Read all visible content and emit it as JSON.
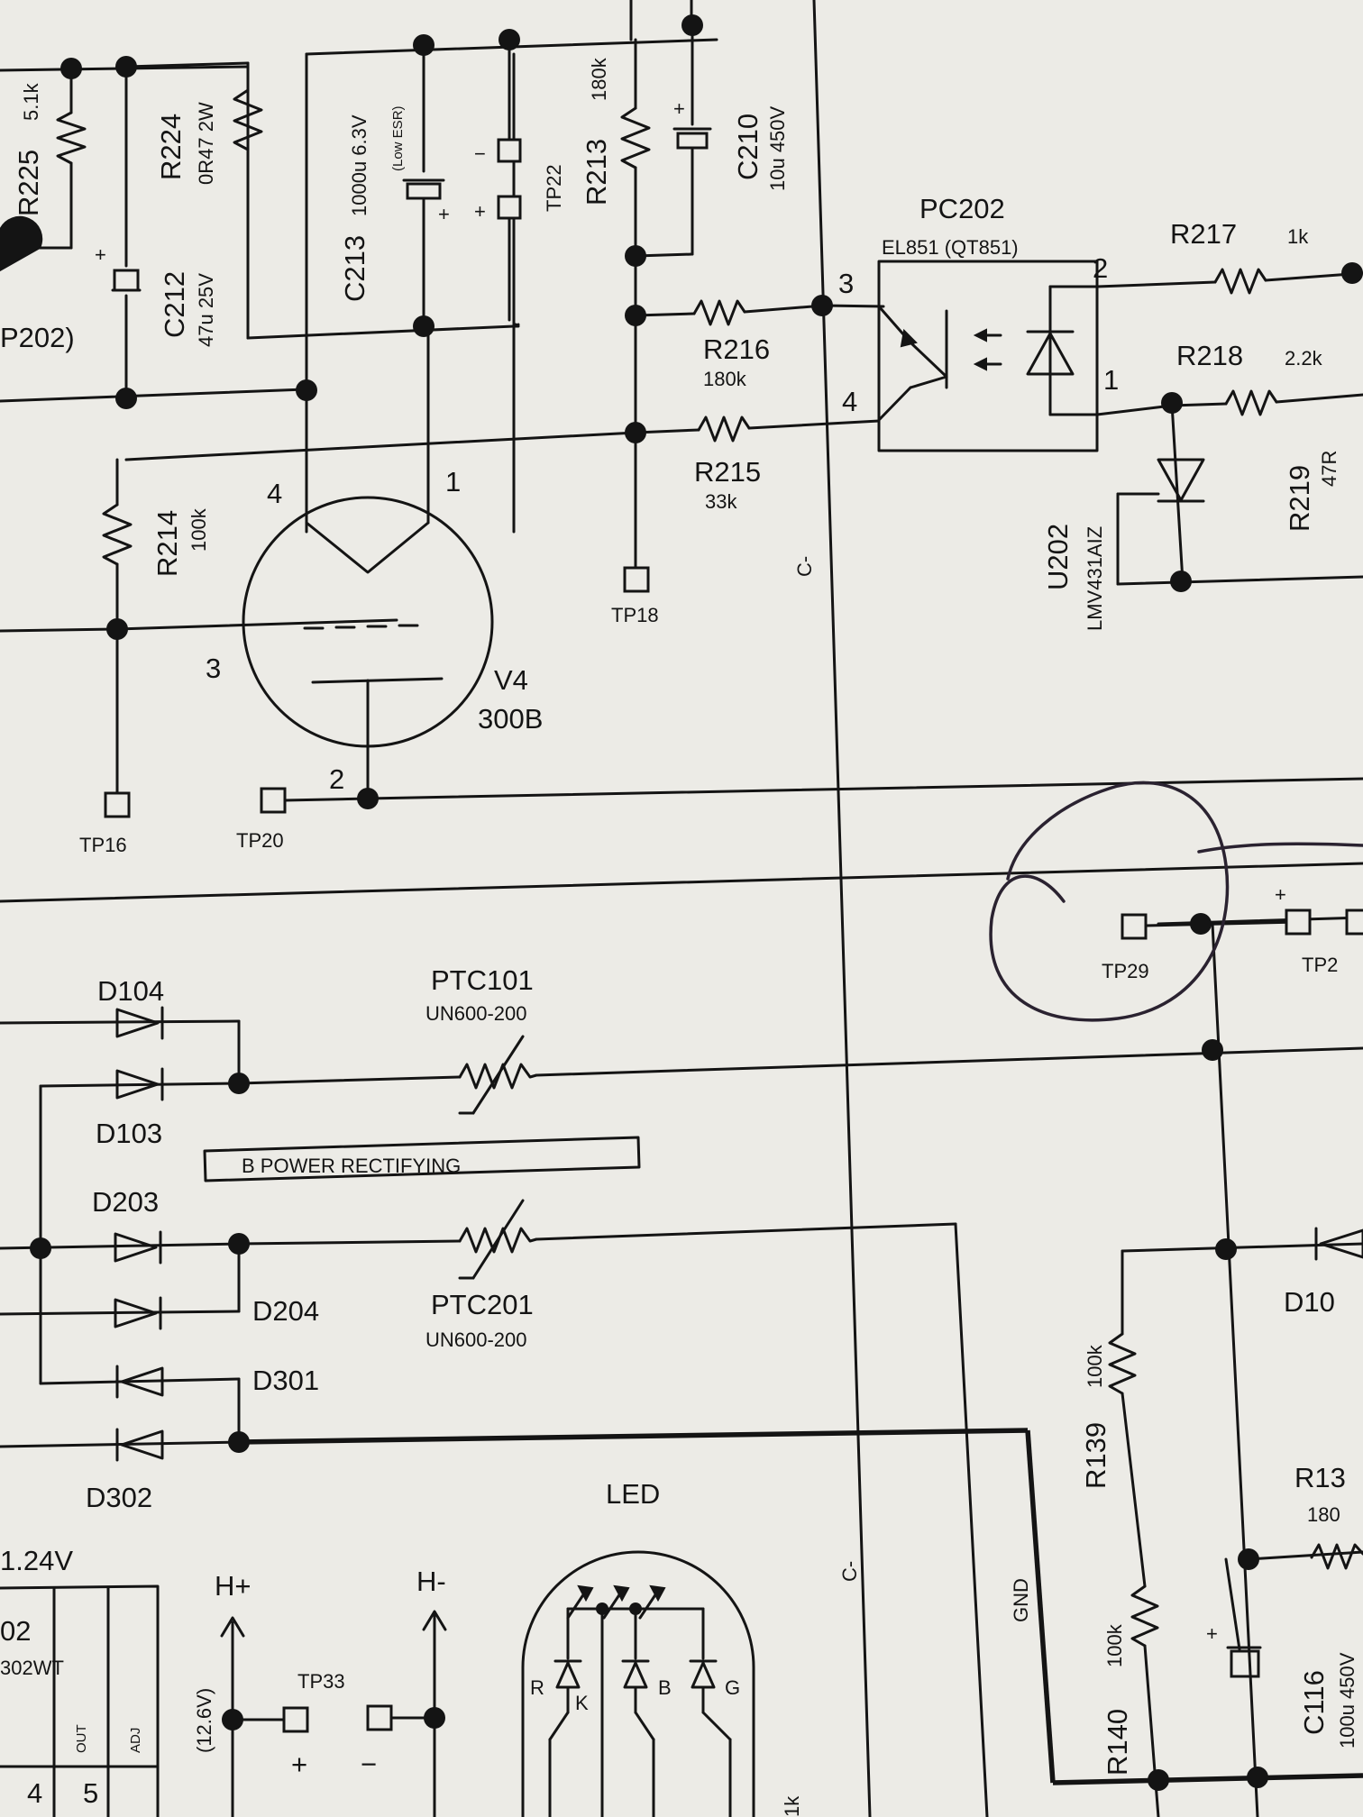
{
  "components": {
    "r225": {
      "ref": "R225",
      "value": "5.1k"
    },
    "r224": {
      "ref": "R224",
      "value": "0R47 2W"
    },
    "c212": {
      "ref": "C212",
      "value": "47u 25V"
    },
    "c213": {
      "ref": "C213",
      "value": "1000u 6.3V",
      "note": "(Low ESR)"
    },
    "tp22": {
      "ref": "TP22"
    },
    "r213": {
      "ref": "R213",
      "value": "180k"
    },
    "c210": {
      "ref": "C210",
      "value": "10u 450V"
    },
    "pc202": {
      "ref": "PC202",
      "part": "EL851 (QT851)",
      "pins": [
        "1",
        "2",
        "3",
        "4"
      ]
    },
    "r217": {
      "ref": "R217",
      "value": "1k"
    },
    "r218": {
      "ref": "R218",
      "value": "2.2k"
    },
    "r219": {
      "ref": "R219",
      "value": "47R"
    },
    "r216": {
      "ref": "R216",
      "value": "180k"
    },
    "r215": {
      "ref": "R215",
      "value": "33k"
    },
    "r214": {
      "ref": "R214",
      "value": "100k"
    },
    "u202": {
      "ref": "U202",
      "part": "LMV431AIZ"
    },
    "v4": {
      "ref": "V4",
      "part": "300B",
      "pins": [
        "1",
        "2",
        "3",
        "4"
      ]
    },
    "p202": {
      "label": "P202)"
    },
    "tp16": {
      "ref": "TP16"
    },
    "tp18": {
      "ref": "TP18"
    },
    "tp20": {
      "ref": "TP20"
    },
    "tp29": {
      "ref": "TP29"
    },
    "tp2x": {
      "ref": "TP2"
    },
    "d104": {
      "ref": "D104"
    },
    "d103": {
      "ref": "D103"
    },
    "d203": {
      "ref": "D203"
    },
    "d204": {
      "ref": "D204"
    },
    "d301": {
      "ref": "D301"
    },
    "d302": {
      "ref": "D302"
    },
    "d10x": {
      "ref": "D10"
    },
    "ptc101": {
      "ref": "PTC101",
      "value": "UN600-200"
    },
    "ptc201": {
      "ref": "PTC201",
      "value": "UN600-200"
    },
    "section": {
      "title": "B POWER RECTIFYING"
    },
    "r139": {
      "ref": "R139",
      "value": "100k"
    },
    "r140": {
      "ref": "R140",
      "value": "100k"
    },
    "r13x": {
      "ref": "R13",
      "value": "180"
    },
    "c116": {
      "ref": "C116",
      "value": "100u 450V"
    },
    "reg302": {
      "volt": "1.24V",
      "ref_part": "02",
      "part": "302WT",
      "pins": [
        "OUT",
        "ADJ"
      ],
      "pin_nums": [
        "4",
        "5"
      ]
    },
    "hplus": {
      "label": "H+",
      "voltage": "(12.6V)"
    },
    "hminus": {
      "label": "H-"
    },
    "tp33": {
      "ref": "TP33",
      "plus": "+",
      "minus": "−"
    },
    "led": {
      "label": "LED",
      "pins": [
        "R",
        "K",
        "B",
        "G"
      ]
    },
    "net": {
      "cminus": "C-",
      "gnd": "GND",
      "plus": "+",
      "minus": "−",
      "k1": "1k"
    }
  }
}
